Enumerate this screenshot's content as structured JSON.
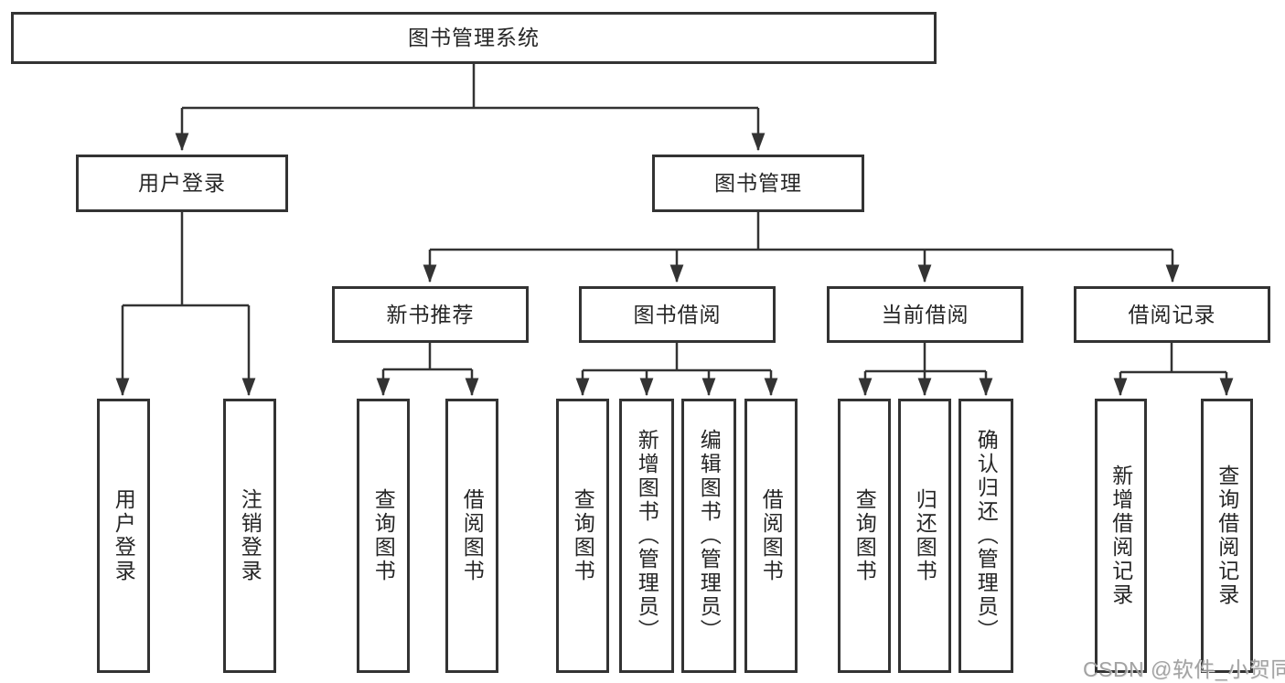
{
  "colors": {
    "line": "#333333",
    "text": "#262626",
    "box_background": "#ffffff",
    "page_background": "#ffffff",
    "watermark": "#9b9b9b"
  },
  "watermark": "CSDN @软件_小贺同学",
  "tree": {
    "root": "图书管理系统",
    "level2": [
      {
        "label": "用户登录",
        "children": [
          "用户登录",
          "注销登录"
        ]
      },
      {
        "label": "图书管理",
        "groups": [
          {
            "label": "新书推荐",
            "children": [
              "查询图书",
              "借阅图书"
            ]
          },
          {
            "label": "图书借阅",
            "children": [
              "查询图书",
              "新增图书（管理员）",
              "编辑图书（管理员）",
              "借阅图书"
            ]
          },
          {
            "label": "当前借阅",
            "children": [
              "查询图书",
              "归还图书",
              "确认归还（管理员）"
            ]
          },
          {
            "label": "借阅记录",
            "children": [
              "新增借阅记录",
              "查询借阅记录"
            ]
          }
        ]
      }
    ]
  }
}
